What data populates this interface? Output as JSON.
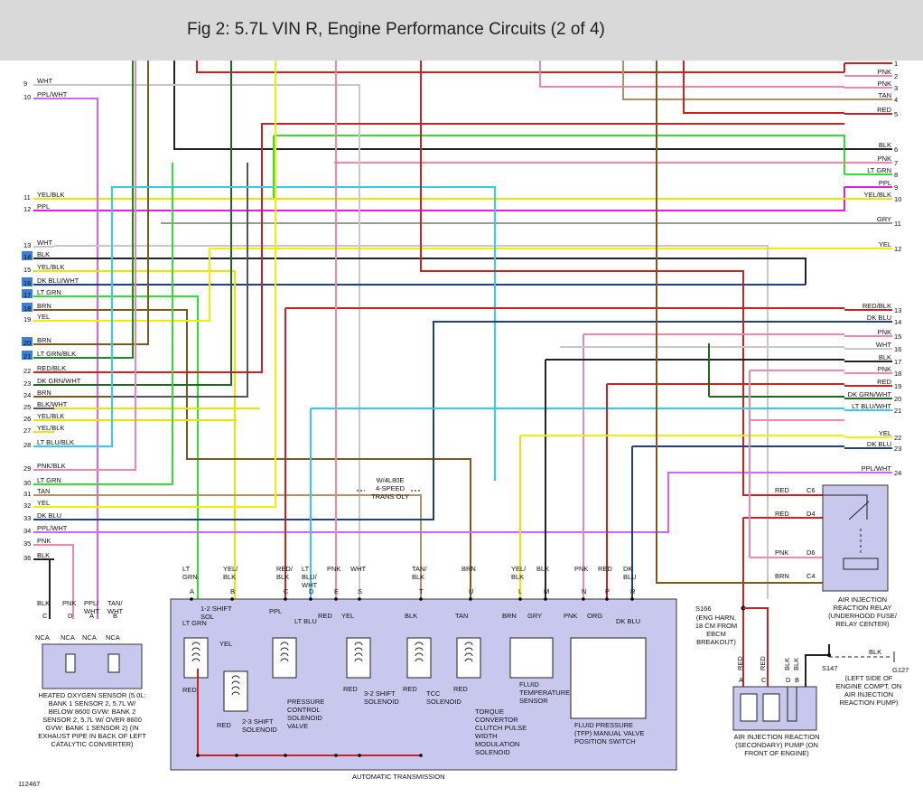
{
  "title": "Fig 2: 5.7L VIN R, Engine Performance Circuits (2 of 4)",
  "figure_id": "112467",
  "left_pins": [
    {
      "num": "9",
      "label": "WHT",
      "color": "#c8c8c8",
      "hl": false
    },
    {
      "num": "10",
      "label": "PPL/WHT",
      "color": "#cc66ff",
      "hl": false
    },
    {
      "num": "11",
      "label": "YEL/BLK",
      "color": "#e6e600",
      "hl": false
    },
    {
      "num": "12",
      "label": "PPL",
      "color": "#e020e0",
      "hl": false
    },
    {
      "num": "13",
      "label": "WHT",
      "color": "#c8c8c8",
      "hl": false
    },
    {
      "num": "14",
      "label": "BLK",
      "color": "#222222",
      "hl": true
    },
    {
      "num": "15",
      "label": "YEL/BLK",
      "color": "#e6e600",
      "hl": false
    },
    {
      "num": "16",
      "label": "DK BLU/WHT",
      "color": "#1f3f7f",
      "hl": true
    },
    {
      "num": "17",
      "label": "LT GRN",
      "color": "#33dd33",
      "hl": true
    },
    {
      "num": "18",
      "label": "BRN",
      "color": "#7a5a20",
      "hl": true
    },
    {
      "num": "19",
      "label": "YEL",
      "color": "#f0f000",
      "hl": false
    },
    {
      "num": "20",
      "label": "BRN",
      "color": "#7a5a20",
      "hl": true
    },
    {
      "num": "21",
      "label": "LT GRN/BLK",
      "color": "#228822",
      "hl": true
    },
    {
      "num": "22",
      "label": "RED/BLK",
      "color": "#cc2222",
      "hl": false
    },
    {
      "num": "23",
      "label": "DK GRN/WHT",
      "color": "#226622",
      "hl": false
    },
    {
      "num": "24",
      "label": "BRN",
      "color": "#7a5a20",
      "hl": false
    },
    {
      "num": "25",
      "label": "BLK/WHT",
      "color": "#555555",
      "hl": false
    },
    {
      "num": "26",
      "label": "YEL/BLK",
      "color": "#e6e600",
      "hl": false
    },
    {
      "num": "27",
      "label": "YEL/BLK",
      "color": "#e6e600",
      "hl": false
    },
    {
      "num": "28",
      "label": "LT BLU/BLK",
      "color": "#33ccee",
      "hl": false
    },
    {
      "num": "29",
      "label": "PNK/BLK",
      "color": "#ee88aa",
      "hl": false
    },
    {
      "num": "30",
      "label": "LT GRN",
      "color": "#33dd33",
      "hl": false
    },
    {
      "num": "31",
      "label": "TAN",
      "color": "#b89060",
      "hl": false
    },
    {
      "num": "32",
      "label": "YEL",
      "color": "#f0f000",
      "hl": false
    },
    {
      "num": "33",
      "label": "DK BLU",
      "color": "#1f3f7f",
      "hl": false
    },
    {
      "num": "34",
      "label": "PPL/WHT",
      "color": "#cc66ff",
      "hl": false
    },
    {
      "num": "35",
      "label": "PNK",
      "color": "#ee88aa",
      "hl": false
    },
    {
      "num": "36",
      "label": "BLK",
      "color": "#222222",
      "hl": false
    }
  ],
  "right_pins": [
    {
      "num": "1",
      "label": "",
      "color": "#cc2222"
    },
    {
      "num": "2",
      "label": "PNK",
      "color": "#ee88aa"
    },
    {
      "num": "3",
      "label": "PNK",
      "color": "#ee88aa"
    },
    {
      "num": "4",
      "label": "TAN",
      "color": "#b89060"
    },
    {
      "num": "5",
      "label": "RED",
      "color": "#cc2222"
    },
    {
      "num": "6",
      "label": "BLK",
      "color": "#222222"
    },
    {
      "num": "7",
      "label": "PNK",
      "color": "#ee88aa"
    },
    {
      "num": "8",
      "label": "LT GRN",
      "color": "#33dd33"
    },
    {
      "num": "9",
      "label": "PPL",
      "color": "#e020e0"
    },
    {
      "num": "10",
      "label": "YEL/BLK",
      "color": "#e6e600"
    },
    {
      "num": "11",
      "label": "GRY",
      "color": "#999999"
    },
    {
      "num": "12",
      "label": "YEL",
      "color": "#f0f000"
    },
    {
      "num": "13",
      "label": "RED/BLK",
      "color": "#cc2222"
    },
    {
      "num": "14",
      "label": "DK BLU",
      "color": "#1f3f7f"
    },
    {
      "num": "15",
      "label": "PNK",
      "color": "#ee88aa"
    },
    {
      "num": "16",
      "label": "WHT",
      "color": "#c8c8c8"
    },
    {
      "num": "17",
      "label": "BLK",
      "color": "#222222"
    },
    {
      "num": "18",
      "label": "PNK",
      "color": "#ee88aa"
    },
    {
      "num": "19",
      "label": "RED",
      "color": "#cc2222"
    },
    {
      "num": "20",
      "label": "DK GRN/WHT",
      "color": "#226622"
    },
    {
      "num": "21",
      "label": "LT BLU/WHT",
      "color": "#33ccee"
    },
    {
      "num": "22",
      "label": "YEL",
      "color": "#f0f000"
    },
    {
      "num": "23",
      "label": "DK BLU",
      "color": "#1f3f7f"
    },
    {
      "num": "24",
      "label": "PPL/WHT",
      "color": "#cc66ff"
    }
  ],
  "trans_connector": [
    {
      "pin": "A",
      "wire": "LT GRN"
    },
    {
      "pin": "B",
      "wire": "YEL/ BLK"
    },
    {
      "pin": "C",
      "wire": "RED/ BLK"
    },
    {
      "pin": "D",
      "wire": "LT BLU/ WHT"
    },
    {
      "pin": "E",
      "wire": "PNK"
    },
    {
      "pin": "S",
      "wire": "WHT"
    },
    {
      "pin": "T",
      "wire": "TAN/ BLK"
    },
    {
      "pin": "U",
      "wire": "BRN"
    },
    {
      "pin": "L",
      "wire": "YEL/ BLK"
    },
    {
      "pin": "M",
      "wire": "BLK"
    },
    {
      "pin": "N",
      "wire": "PNK"
    },
    {
      "pin": "P",
      "wire": "RED"
    },
    {
      "pin": "R",
      "wire": "DK BLU"
    }
  ],
  "inner_wires": [
    "LT GRN",
    "YEL",
    "PPL",
    "LT BLU",
    "RED",
    "YEL",
    "BLK",
    "TAN",
    "BRN",
    "GRY",
    "PNK",
    "ORG",
    "DK BLU"
  ],
  "w4l80e": "W/4L80E 4-SPEED TRANS OLY",
  "trans_label": "AUTOMATIC TRANSMISSION",
  "solenoids": {
    "shift12": "1-2 SHIFT SOL",
    "shift23": "2-3 SHIFT SOLENOID",
    "pcv": "PRESSURE CONTROL SOLENOID VALVE",
    "shift32": "3-2 SHIFT SOLENOID",
    "tcc": "TCC SOLENOID",
    "tccpwm": "TORQUE CONVERTOR CLUTCH PULSE WIDTH MODULATION SOLENOID",
    "fluidtemp": "FLUID TEMPERATURE SENSOR",
    "tfp": "FLUID PRESSURE (TFP) MANUAL VALVE POSITION SWITCH"
  },
  "o2_sensor": {
    "pins": [
      "C",
      "D",
      "A",
      "B"
    ],
    "wires": [
      "BLK",
      "PNK",
      "PPL/ WHT",
      "TAN/ WHT"
    ],
    "nca": [
      "NCA",
      "NCA",
      "NCA",
      "NCA"
    ],
    "caption": "HEATED OXYGEN SENSOR (5.0L: BANK 1 SENSOR 2, 5.7L W/ BELOW 8600 GVW: BANK 2 SENSOR 2, 5.7L W/ OVER 8600 GVW: BANK 1 SENSOR 2) (IN EXHAUST PIPE IN BACK OF LEFT CATALYTIC CONVERTER)"
  },
  "relay": {
    "pins": [
      {
        "wire": "RED",
        "pin": "C6"
      },
      {
        "wire": "RED",
        "pin": "D4"
      },
      {
        "wire": "PNK",
        "pin": "D6"
      },
      {
        "wire": "BRN",
        "pin": "C4"
      }
    ],
    "caption": "AIR INJECTION REACTION RELAY (UNDERHOOD FUSE/ RELAY CENTER)"
  },
  "splice": {
    "id": "S166",
    "desc": "(ENG HARN, 18 CM FROM EBCM BREAKOUT)"
  },
  "ground": {
    "splice": "S147",
    "wire": "BLK",
    "id": "G127",
    "desc": "(LEFT SIDE OF ENGINE COMPT, ON AIR INJECTION REACTION PUMP)"
  },
  "pump": {
    "pins": [
      "A",
      "C",
      "D",
      "B"
    ],
    "wires": [
      "RED",
      "RED",
      "BLK",
      "BLK"
    ],
    "caption": "AIR INJECTION REACTION (SECONDARY) PUMP (ON FRONT OF ENGINE)"
  }
}
